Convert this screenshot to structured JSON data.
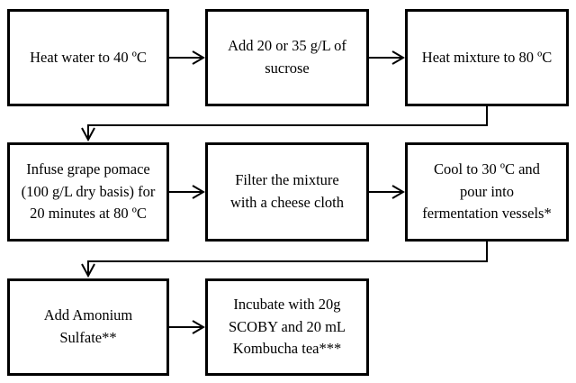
{
  "flow": {
    "colors": {
      "background": "#ffffff",
      "box_border": "#000000",
      "text": "#000000",
      "arrow": "#000000"
    },
    "boxes": [
      {
        "id": "heat-water",
        "label": "Heat water to 40 ºC"
      },
      {
        "id": "add-sucrose",
        "label": "Add 20 or 35 g/L of\nsucrose"
      },
      {
        "id": "heat-mixture",
        "label": "Heat mixture to 80 ºC"
      },
      {
        "id": "infuse-pomace",
        "label": "Infuse grape pomace\n(100 g/L dry basis) for\n20 minutes at 80 ºC"
      },
      {
        "id": "filter-mixture",
        "label": "Filter the mixture\nwith a cheese cloth"
      },
      {
        "id": "cool-pour",
        "label": "Cool to 30 ºC and\npour into\nfermentation vessels*"
      },
      {
        "id": "add-ammonium",
        "label": "Add Amonium\nSulfate**"
      },
      {
        "id": "incubate",
        "label": "Incubate with 20g\nSCOBY and 20 mL\nKombucha tea***"
      }
    ],
    "connectors": [
      {
        "from": "heat-water",
        "to": "add-sucrose",
        "type": "right-arrow"
      },
      {
        "from": "add-sucrose",
        "to": "heat-mixture",
        "type": "right-arrow"
      },
      {
        "from": "heat-mixture",
        "to": "infuse-pomace",
        "type": "elbow-down-arrow"
      },
      {
        "from": "infuse-pomace",
        "to": "filter-mixture",
        "type": "right-arrow"
      },
      {
        "from": "filter-mixture",
        "to": "cool-pour",
        "type": "right-arrow"
      },
      {
        "from": "cool-pour",
        "to": "add-ammonium",
        "type": "elbow-down-arrow"
      },
      {
        "from": "add-ammonium",
        "to": "incubate",
        "type": "right-arrow"
      }
    ]
  }
}
